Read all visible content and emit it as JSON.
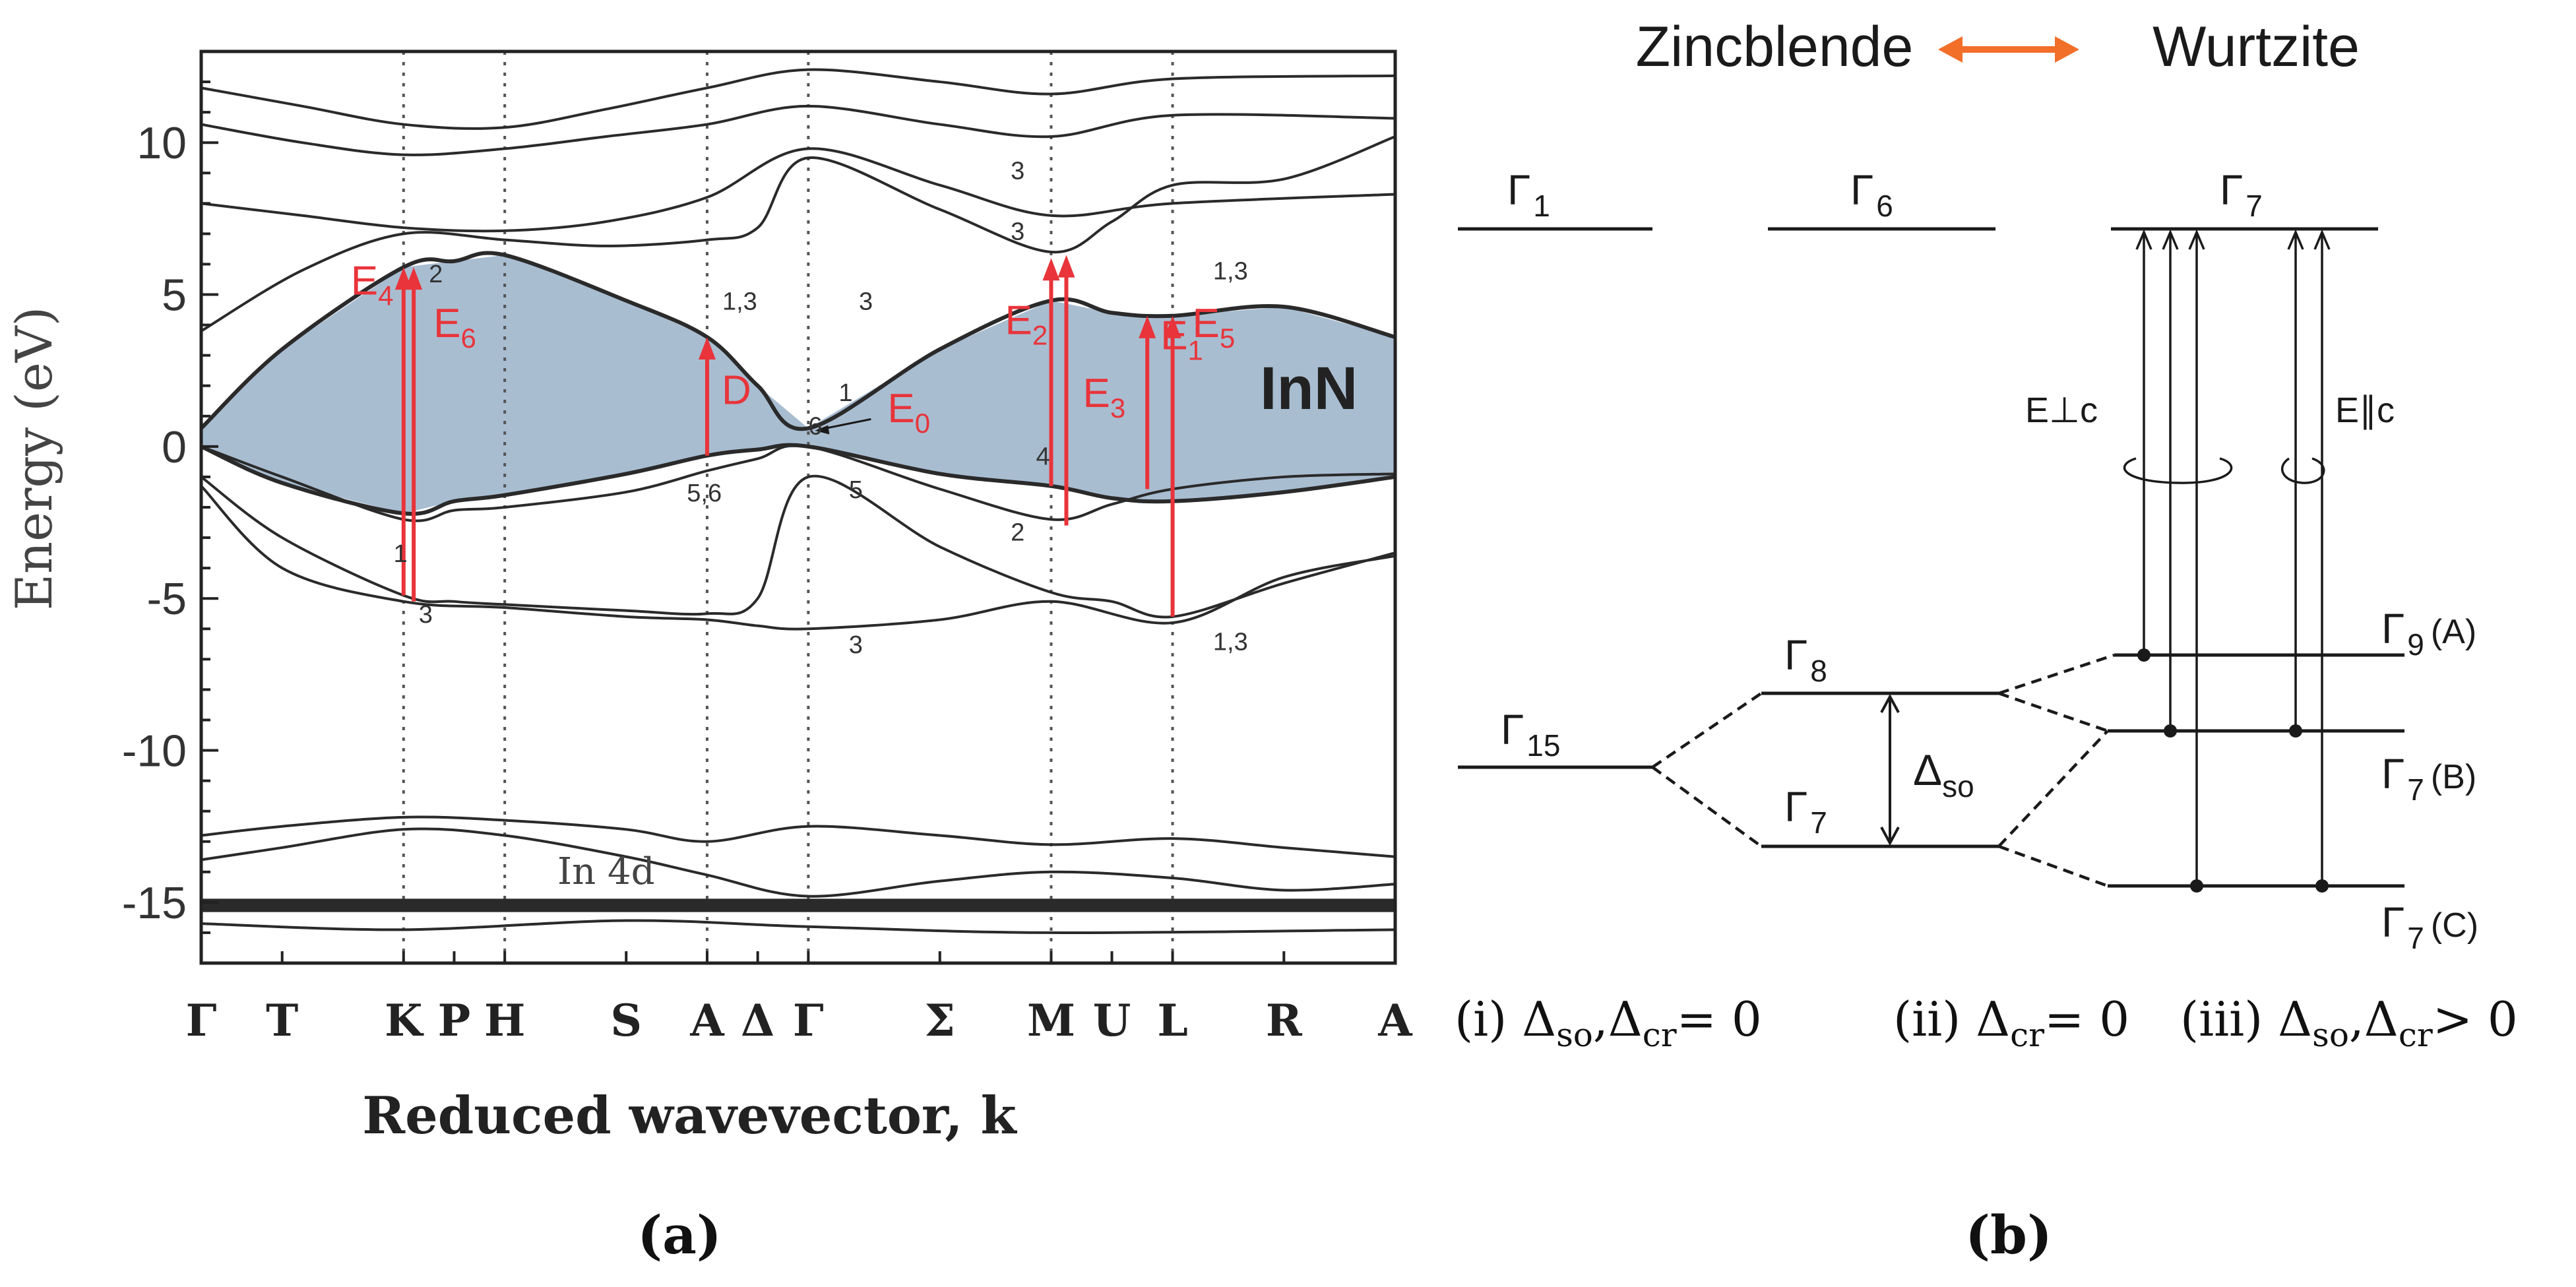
{
  "chart_data": [
    {
      "type": "line",
      "panel_label": "(a)",
      "ylabel": "Energy (eV)",
      "xlabel": "Reduced wavevector, k",
      "ylim": [
        -17,
        13
      ],
      "yticks": [
        10,
        5,
        0,
        -5,
        -10,
        -15
      ],
      "ytick_labels": [
        "10",
        "5",
        "0",
        "-5",
        "-10",
        "-15"
      ],
      "k_points": [
        "Γ",
        "T",
        "K",
        "P",
        "H",
        "S",
        "A",
        "Δ",
        "Γ",
        "Σ",
        "M",
        "U",
        "L",
        "R",
        "A"
      ],
      "k_positions": [
        0,
        0.8,
        2.0,
        2.5,
        3.0,
        4.2,
        5.0,
        5.5,
        6.0,
        7.3,
        8.4,
        9.0,
        9.6,
        10.7,
        11.8
      ],
      "dotted_lines_at": [
        "K",
        "H",
        "A",
        "Γ",
        "M",
        "L"
      ],
      "material_label": "InN",
      "band_label": "In 4d",
      "series": [
        {
          "x": [
            0,
            0.8,
            2.0,
            2.5,
            3.0,
            4.2,
            5.0,
            5.5,
            6.0,
            7.3,
            8.4,
            9.0,
            9.6,
            10.7,
            11.8
          ],
          "y": [
            0.6,
            3.2,
            5.9,
            6.1,
            6.3,
            4.8,
            3.6,
            2.0,
            0.6,
            3.2,
            4.8,
            4.4,
            4.3,
            4.6,
            3.6
          ]
        },
        {
          "x": [
            0,
            0.8,
            2.0,
            2.5,
            3.0,
            4.2,
            5.0,
            5.5,
            6.0,
            7.3,
            8.4,
            9.0,
            9.6,
            10.7,
            11.8
          ],
          "y": [
            0.0,
            -1.2,
            -2.2,
            -1.8,
            -1.6,
            -0.9,
            -0.3,
            -0.1,
            0.0,
            -0.9,
            -1.3,
            -1.7,
            -1.8,
            -1.5,
            -1.0
          ]
        },
        {
          "x": [
            0,
            0.8,
            2.0,
            2.5,
            3.0,
            4.2,
            5.0,
            5.5,
            6.0,
            7.3,
            8.4,
            9.0,
            9.6,
            10.7,
            11.8
          ],
          "y": [
            0.0,
            -1.0,
            -2.4,
            -2.1,
            -2.0,
            -1.5,
            -0.8,
            -0.4,
            0.0,
            -1.4,
            -2.4,
            -1.9,
            -1.4,
            -1.0,
            -0.9
          ]
        },
        {
          "x": [
            0,
            0.8,
            2.0,
            2.5,
            3.0,
            4.2,
            5.0,
            5.5,
            6.0,
            7.3,
            8.4,
            9.0,
            9.6,
            10.7,
            11.8
          ],
          "y": [
            -1.0,
            -3.0,
            -4.9,
            -5.1,
            -5.2,
            -5.4,
            -5.5,
            -5.0,
            -1.0,
            -3.3,
            -4.8,
            -5.1,
            -5.6,
            -4.5,
            -3.5
          ]
        },
        {
          "x": [
            0,
            0.8,
            2.0,
            3.0,
            4.2,
            5.0,
            5.5,
            6.0,
            7.3,
            8.4,
            9.6,
            10.7,
            11.8
          ],
          "y": [
            -1.3,
            -4.0,
            -5.1,
            -5.3,
            -5.6,
            -5.7,
            -5.9,
            -6.0,
            -5.7,
            -5.1,
            -5.8,
            -4.3,
            -3.6
          ]
        },
        {
          "x": [
            0,
            1.0,
            2.0,
            3.0,
            4.0,
            5.0,
            5.5,
            6.0,
            7.3,
            8.4,
            9.0,
            9.6,
            10.7,
            11.8
          ],
          "y": [
            3.8,
            5.8,
            7.0,
            6.8,
            6.6,
            6.8,
            7.2,
            9.5,
            7.8,
            6.4,
            7.4,
            8.6,
            8.8,
            10.2
          ]
        },
        {
          "x": [
            0,
            1.0,
            2.0,
            3.0,
            4.0,
            5.0,
            6.0,
            7.3,
            8.4,
            9.6,
            11.8
          ],
          "y": [
            8.0,
            7.6,
            7.2,
            7.1,
            7.4,
            8.2,
            9.8,
            8.6,
            7.6,
            8.0,
            8.3
          ]
        },
        {
          "x": [
            0,
            1.0,
            2.0,
            3.0,
            4.0,
            5.0,
            6.0,
            7.3,
            8.4,
            9.6,
            11.8
          ],
          "y": [
            10.6,
            10.0,
            9.6,
            9.8,
            10.2,
            10.6,
            11.2,
            10.6,
            10.2,
            10.9,
            10.8
          ]
        },
        {
          "x": [
            0,
            1.0,
            2.0,
            3.0,
            4.0,
            5.0,
            6.0,
            7.3,
            8.4,
            9.6,
            11.8
          ],
          "y": [
            11.8,
            11.2,
            10.6,
            10.5,
            11.1,
            11.8,
            12.4,
            12.0,
            11.6,
            12.1,
            12.2
          ]
        },
        {
          "x": [
            0,
            0.8,
            2.0,
            3.0,
            4.2,
            5.0,
            6.0,
            7.3,
            8.4,
            9.6,
            10.7,
            11.8
          ],
          "y": [
            -12.8,
            -12.5,
            -12.2,
            -12.3,
            -12.6,
            -13.0,
            -12.5,
            -12.8,
            -13.1,
            -12.9,
            -13.2,
            -13.5
          ]
        },
        {
          "x": [
            0,
            0.8,
            2.0,
            3.0,
            4.2,
            5.0,
            6.0,
            7.3,
            8.4,
            9.6,
            10.7,
            11.8
          ],
          "y": [
            -13.6,
            -13.2,
            -12.6,
            -12.8,
            -13.5,
            -14.1,
            -14.8,
            -14.3,
            -14.0,
            -14.2,
            -14.6,
            -14.4
          ]
        },
        {
          "x": [
            0,
            11.8
          ],
          "y": [
            -15.0,
            -15.0
          ]
        },
        {
          "x": [
            0,
            11.8
          ],
          "y": [
            -15.2,
            -15.2
          ]
        },
        {
          "x": [
            0,
            2.0,
            4.2,
            6.0,
            8.4,
            11.8
          ],
          "y": [
            -15.7,
            -15.9,
            -15.6,
            -15.8,
            -16.0,
            -15.9
          ]
        }
      ],
      "transitions": [
        {
          "label": "E",
          "sub": "4",
          "x": 2.0,
          "y_from": -4.9,
          "y_to": 5.9
        },
        {
          "label": "E",
          "sub": "6",
          "x": 2.1,
          "y_from": -5.1,
          "y_to": 5.9
        },
        {
          "label": "D",
          "x": 5.0,
          "y_from": -0.3,
          "y_to": 3.6
        },
        {
          "label": "E",
          "sub": "0",
          "x": 6.0,
          "y_from": 0.0,
          "y_to": 0.6
        },
        {
          "label": "E",
          "sub": "2",
          "x": 8.4,
          "y_from": -1.3,
          "y_to": 6.2
        },
        {
          "label": "E",
          "sub": "3",
          "x": 8.55,
          "y_from": -2.6,
          "y_to": 6.3
        },
        {
          "label": "E",
          "sub": "1",
          "x": 9.35,
          "y_from": -1.4,
          "y_to": 4.3
        },
        {
          "label": "E",
          "sub": "5",
          "x": 9.6,
          "y_from": -5.6,
          "y_to": 4.3
        }
      ],
      "band_index_labels": [
        {
          "text": "2",
          "x": 2.25,
          "y": 5.4
        },
        {
          "text": "1",
          "x": 1.9,
          "y": -3.8
        },
        {
          "text": "3",
          "x": 2.15,
          "y": -5.8
        },
        {
          "text": "1,3",
          "x": 5.15,
          "y": 4.5
        },
        {
          "text": "3",
          "x": 6.5,
          "y": 4.5
        },
        {
          "text": "5,6",
          "x": 4.8,
          "y": -1.8
        },
        {
          "text": "5",
          "x": 6.4,
          "y": -1.7
        },
        {
          "text": "3",
          "x": 6.4,
          "y": -6.8
        },
        {
          "text": "1",
          "x": 6.3,
          "y": 1.5
        },
        {
          "text": "6",
          "x": 6.0,
          "y": 0.4
        },
        {
          "text": "3",
          "x": 8.0,
          "y": 8.8
        },
        {
          "text": "3",
          "x": 8.0,
          "y": 6.8
        },
        {
          "text": "4",
          "x": 8.25,
          "y": -0.6
        },
        {
          "text": "2",
          "x": 8.0,
          "y": -3.1
        },
        {
          "text": "1,3",
          "x": 10.0,
          "y": 5.5
        },
        {
          "text": "1,3",
          "x": 10.0,
          "y": -6.7
        }
      ]
    },
    {
      "type": "diagram",
      "panel_label": "(b)",
      "title_left": "Zincblende",
      "title_right": "Wurtzite",
      "arrow_color": "#f26f2a",
      "levels": [
        {
          "label": "Γ",
          "sub": "1"
        },
        {
          "label": "Γ",
          "sub": "6"
        },
        {
          "label": "Γ",
          "sub": "7"
        },
        {
          "label": "Γ",
          "sub": "15"
        },
        {
          "label": "Γ",
          "sub": "8"
        },
        {
          "label": "Γ",
          "sub": "7"
        },
        {
          "label": "Γ",
          "sub": "9",
          "tag": "(A)"
        },
        {
          "label": "Γ",
          "sub": "7",
          "tag": "(B)"
        },
        {
          "label": "Γ",
          "sub": "7",
          "tag": "(C)"
        }
      ],
      "splitting_label": {
        "main": "Δ",
        "sub": "so"
      },
      "polarization_perp": "E⊥c",
      "polarization_par": "E∥c",
      "cases": [
        {
          "prefix": "(i) ",
          "text": "Δ",
          "sub": "so",
          "rest": ",Δ",
          "sub2": "cr",
          "end": "= 0"
        },
        {
          "prefix": "(ii) ",
          "text": "Δ",
          "sub": "cr",
          "end": "= 0"
        },
        {
          "prefix": "(iii) ",
          "text": "Δ",
          "sub": "so",
          "rest": ",Δ",
          "sub2": "cr",
          "end": "> 0"
        }
      ]
    }
  ],
  "colors": {
    "gap_fill": "#a9bdd1",
    "transition": "#e8343a",
    "line": "#2a2a2a",
    "arrow_orange": "#f26f2a"
  }
}
